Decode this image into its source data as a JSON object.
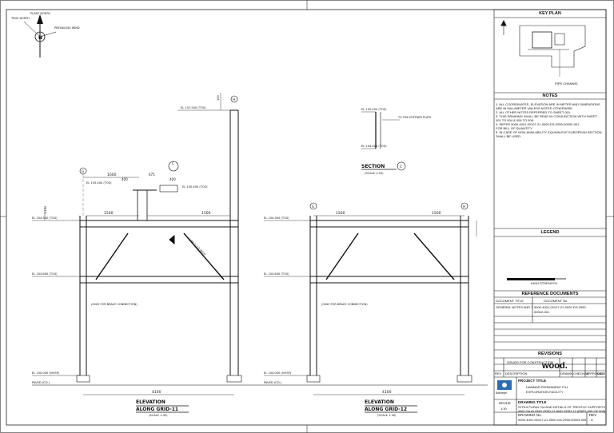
{
  "north": {
    "true_north": "TRUE NORTH",
    "plant_north": "PLANT NORTH",
    "wind": "PREVAILING WIND",
    "n": "N"
  },
  "left_elev": {
    "el_top": "EL 107.500 (TOS)",
    "el_105": "EL 105.400 (TOS)",
    "el_105b": "EL 105.450 (TOS)",
    "el_104": "EL 104.300 (TOS)",
    "el_103": "EL 103.600 (TOS)",
    "el_100": "EL 100.000 (HOSP)",
    "paved": "PAVED (F.D.)",
    "dim_1600": "1600",
    "dim_400a": "400",
    "dim_675": "675",
    "dim_400b": "400",
    "dim_1500a": "1500",
    "dim_1500b": "1500",
    "dim_4100": "4100",
    "dim_1150": "1,150",
    "dim_150": "150",
    "grid_g": "G",
    "grid_h": "H",
    "sec_c": "C",
    "title": "ELEVATION",
    "subtitle": "ALONG GRID-11",
    "scale": "(SCALE 1:30)",
    "brace_note": "(ONLY FOR BRACE CONNECTION)",
    "pipe_note": "LINE 1-1/2 INCH"
  },
  "right_elev": {
    "el_104": "EL 104.300 (TOS)",
    "el_103": "EL 103.600 (TOS)",
    "el_100": "EL 100.000 (HOSP)",
    "paved": "PAVED (F.D.)",
    "dim_1500a": "1500",
    "dim_1500b": "1500",
    "dim_4100": "4100",
    "grid_g": "G",
    "grid_h": "H",
    "title": "ELEVATION",
    "subtitle": "ALONG GRID-12",
    "scale": "(SCALE 1:30)",
    "brace_note": "(ONLY FOR BRACE CONNECTION)"
  },
  "section_c": {
    "el_top": "EL 105.450 (TOS)",
    "el_bot": "EL 104.500 (TOS)",
    "note": "TO THK STIFFNER PLATE",
    "title": "SECTION",
    "mark": "C",
    "scale": "(SCALE 1:20)"
  },
  "title_block": {
    "key_plan": "KEY PLAN",
    "key_note": "PIPE CHANNEL",
    "notes_title": "NOTES",
    "notes": [
      "1. ALL COORDINATES, ELEVATION ARE IN METER AND DIMENSIONS",
      "   ARE IN MILLIMETER UNLESS NOTED OTHERWISE.",
      "2. ALL OTHER NOTES REFERRED TO SHEET-001.",
      "3. THIS DRAWING SHALL BE READ IN CONJUNCTION WITH SHEET -",
      "   001 TO 004 & 006 TO 008.",
      "4. REFER 9000-4001-00107-21-0000-DS-2950-00002-001",
      "   FOR BILL OF QUANTITY.",
      "5. IN CASE OF NON-AVAILABILITY EQUIVALENT EUROPEAN SECTION",
      "   SHALL BE USED."
    ],
    "legend_title": "LEGEND",
    "legend_item": "HIGH STRENGTH",
    "refdocs_title": "REFERENCE DOCUMENTS",
    "ref_col1": "DOCUMENT TITLE",
    "ref_col2": "DOCUMENT No.",
    "ref_row1a": "GENERAL NOTES AND TYPICAL DETAILS FOR STEEL STRUCTURE",
    "ref_row1b": "9000-4001-00107-21-0000-DS-2950",
    "ref_row1c": "00002-001",
    "revisions_title": "REVISIONS",
    "rev_col1": "REV",
    "rev_col2": "DESCRIPTION",
    "rev_col3": "DRAWN",
    "rev_col4": "CHECKED",
    "rev_col5": "APPROVED",
    "rev_col6": "DATE",
    "rev_row": "ISSUED FOR CONSTRUCTION",
    "company": "wood.",
    "client": "lahmeyer",
    "project_title_lbl": "PROJECT TITLE",
    "project_title": "HAMMAR PERMANENT FILL",
    "project_title2": "EXPLORATION FACILITY",
    "drawing_title_lbl": "DRAWING TITLE",
    "drawing_title": "STRUCTURAL GA AND DETAILS OF TRESTLE SUPPORTS",
    "drawing_title2": "AND GA ALONG GRID-11 AND GRID-12 (PART-005 OF 008)",
    "scale_lbl": "SCALE",
    "scale_val": "1:30",
    "drawing_no_lbl": "DRAWING No.",
    "drawing_no": "9000-4001-00107-21-0000-GA-2950-00003-005",
    "rev_lbl": "REV",
    "rev_val": "A"
  }
}
